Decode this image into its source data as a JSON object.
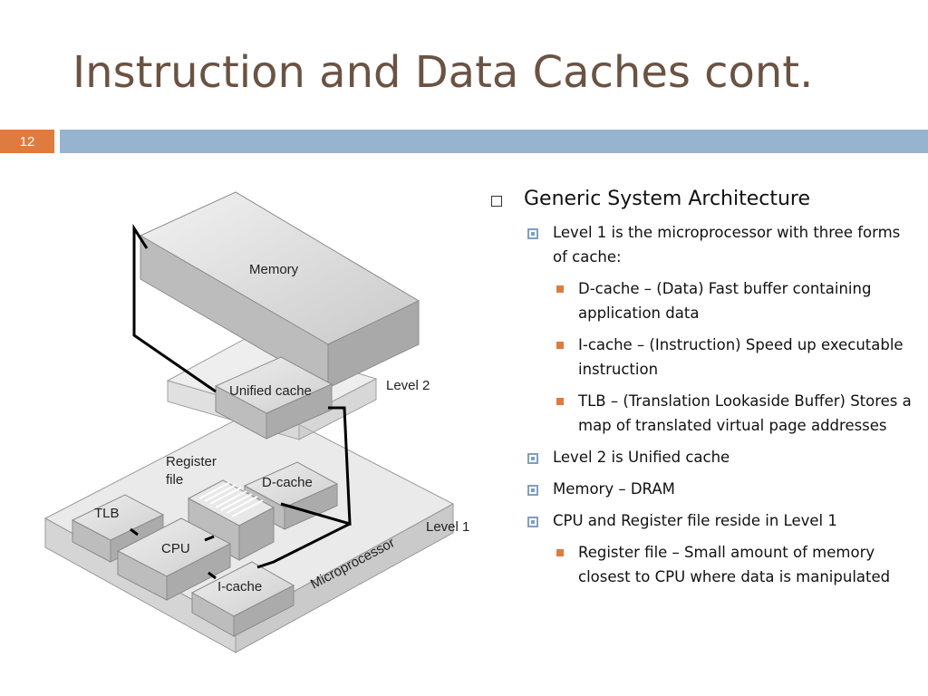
{
  "slide": {
    "title": "Instruction and Data Caches cont.",
    "number": "12"
  },
  "diagram": {
    "memory": "Memory",
    "unified_cache": "Unified cache",
    "level2": "Level 2",
    "register_file_line1": "Register",
    "register_file_line2": "file",
    "d_cache": "D-cache",
    "tlb": "TLB",
    "cpu": "CPU",
    "i_cache": "I-cache",
    "level1": "Level 1",
    "microprocessor": "Microprocessor"
  },
  "bullets": [
    {
      "text": "Generic System Architecture",
      "children": [
        {
          "text": "Level 1 is the microprocessor with three forms of cache:",
          "children": [
            "D-cache – (Data) Fast buffer containing application data",
            "I-cache – (Instruction) Speed up executable instruction",
            "TLB – (Translation Lookaside Buffer) Stores a map of translated virtual page addresses"
          ]
        },
        {
          "text": "Level 2 is Unified cache",
          "children": []
        },
        {
          "text": "Memory – DRAM",
          "children": []
        },
        {
          "text": "CPU and Register file reside in Level 1",
          "children": [
            "Register file – Small amount of memory closest to CPU where data is manipulated"
          ]
        }
      ]
    }
  ]
}
